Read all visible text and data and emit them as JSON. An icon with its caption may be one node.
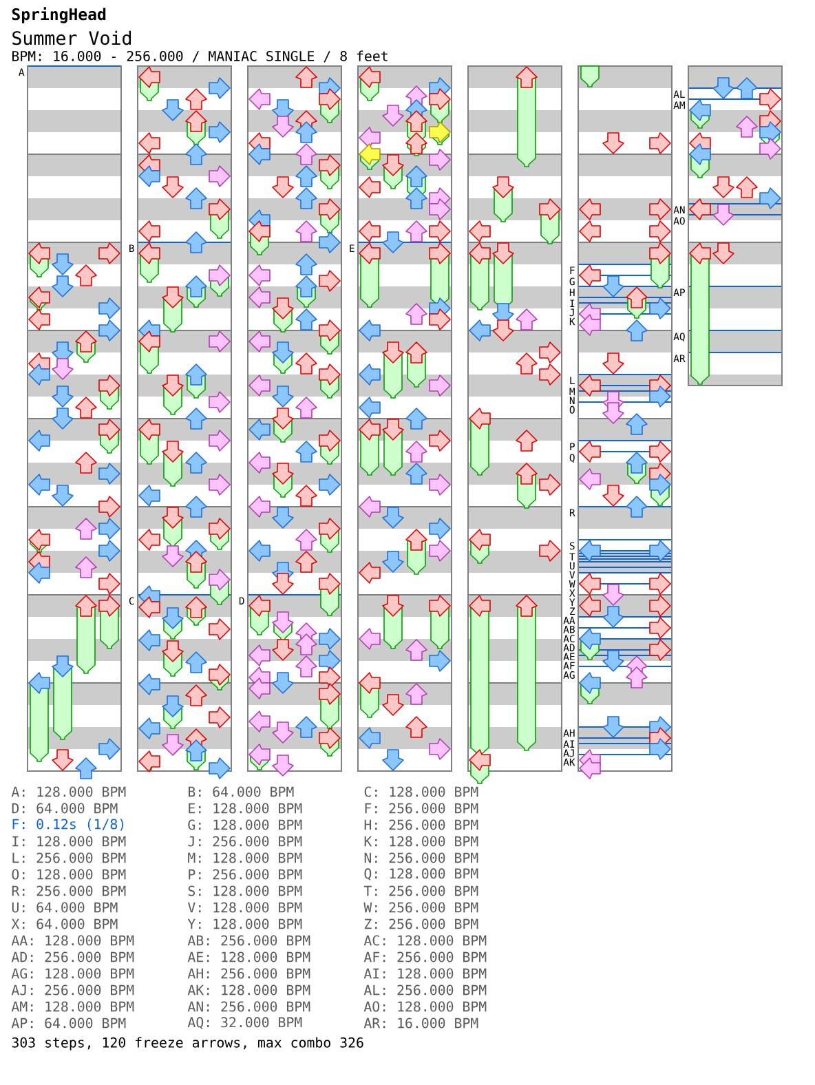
{
  "diagram": {
    "title": "Summer Void",
    "labels": [
      "SpringHead",
      "BPM: 16.000 - 256.000 / MANIAC SINGLE / 8 feet",
      "A",
      "B",
      "C",
      "D",
      "E",
      "F",
      "G",
      "H",
      "I",
      "J",
      "K",
      "L",
      "M",
      "N",
      "O",
      "P",
      "Q",
      "R",
      "S",
      "T",
      "U",
      "V",
      "W",
      "X",
      "Y",
      "Z",
      "AA",
      "AB",
      "AC",
      "AD",
      "AE",
      "AF",
      "AG",
      "AH",
      "AI",
      "AJ",
      "AK",
      "AL",
      "AM",
      "AN",
      "AO",
      "AP",
      "AQ",
      "AR",
      "A: 128.000 BPM",
      "B: 64.000 BPM",
      "C: 128.000 BPM",
      "D: 64.000 BPM",
      "E: 128.000 BPM",
      "F: 256.000 BPM",
      "F: 0.12s (1/8)",
      "G: 128.000 BPM",
      "H: 256.000 BPM",
      "I: 128.000 BPM",
      "J: 256.000 BPM",
      "K: 128.000 BPM",
      "L: 256.000 BPM",
      "M: 128.000 BPM",
      "N: 256.000 BPM",
      "O: 128.000 BPM",
      "P: 256.000 BPM",
      "Q: 128.000 BPM",
      "R: 256.000 BPM",
      "S: 128.000 BPM",
      "T: 256.000 BPM",
      "U: 64.000 BPM",
      "V: 128.000 BPM",
      "W: 256.000 BPM",
      "X: 64.000 BPM",
      "Y: 128.000 BPM",
      "Z: 256.000 BPM",
      "AA: 128.000 BPM",
      "AB: 256.000 BPM",
      "AC: 128.000 BPM",
      "AD: 256.000 BPM",
      "AE: 128.000 BPM",
      "AF: 256.000 BPM",
      "AG: 128.000 BPM",
      "AH: 256.000 BPM",
      "AI: 128.000 BPM",
      "AJ: 256.000 BPM",
      "AK: 128.000 BPM",
      "AL: 256.000 BPM",
      "AM: 128.000 BPM",
      "AN: 256.000 BPM",
      "AO: 128.000 BPM",
      "AP: 64.000 BPM",
      "AQ: 32.000 BPM",
      "AR: 16.000 BPM",
      "303 steps, 120 freeze arrows, max combo 326"
    ]
  }
}
